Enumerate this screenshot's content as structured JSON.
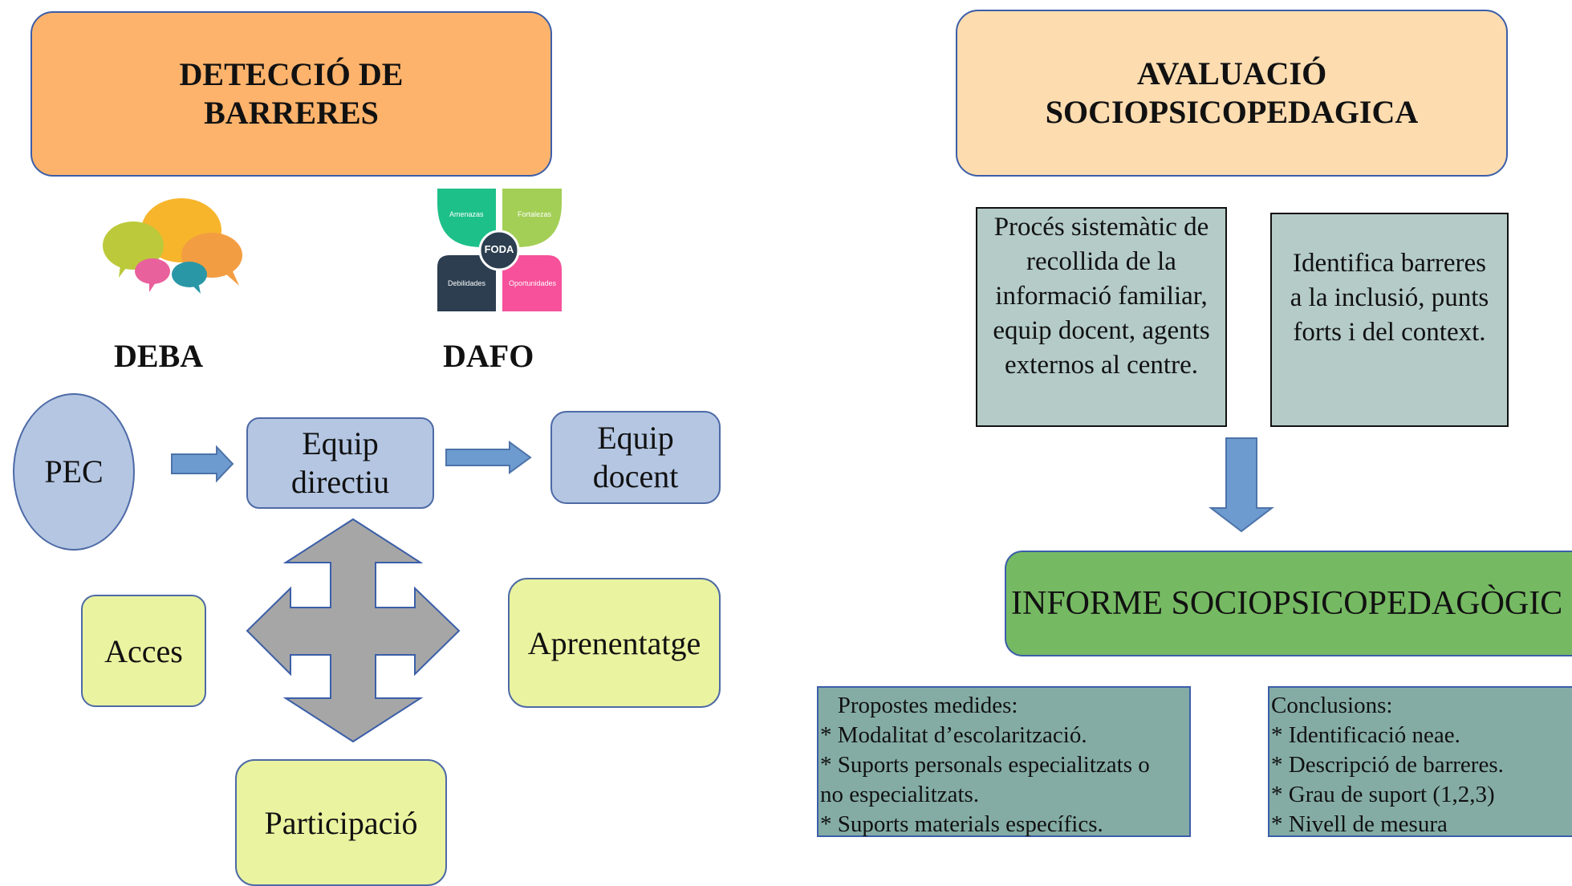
{
  "left_panel": {
    "title": "DETECCIÓ DE BARRERES",
    "tools": [
      {
        "label": "DEBA",
        "icon": "speech-bubbles-icon"
      },
      {
        "label": "DAFO",
        "icon": "foda-matrix-icon",
        "foda": {
          "center": "FODA",
          "quadrants": [
            "Amenazas",
            "Fortalezas",
            "Debilidades",
            "Oportunidades"
          ]
        }
      }
    ],
    "flow": {
      "pec": "PEC",
      "equip_directiu": "Equip directiu",
      "equip_docent": "Equip docent"
    },
    "dimensions": {
      "acces": "Acces",
      "aprenentatge": "Aprenentatge",
      "participacio": "Participació"
    }
  },
  "right_panel": {
    "title": "AVALUACIÓ SOCIOPSICOPEDAGICA",
    "box_process": [
      "Procés sistemàtic de",
      "recollida de la",
      "informació familiar,",
      "equip docent, agents",
      "externos al centre."
    ],
    "box_identify": [
      "Identifica barreres",
      "a la inclusió, punts",
      "forts i del context."
    ],
    "report": "INFORME SOCIOPSICOPEDAGÒGIC",
    "proposals": [
      "   Propostes medides:",
      "* Modalitat d’escolarització.",
      "* Suports personals especialitzats o",
      "no especialitzats.",
      "* Suports materials específics."
    ],
    "conclusions": [
      "Conclusions:",
      "* Identificació neae.",
      "* Descripció de barreres.",
      "* Grau de suport (1,2,3)",
      "* Nivell de mesura"
    ]
  },
  "colors": {
    "title_orange": "#feb36c",
    "title_peach": "#fddcb0",
    "blue_box": "#b4c6e2",
    "yellow_box": "#eaf3a0",
    "grey_box": "#b4cbc7",
    "green_box": "#76b963",
    "teal_box": "#84aca5",
    "arrow_blue": "#6d9bd0",
    "cross_grey": "#a6a6a6"
  }
}
